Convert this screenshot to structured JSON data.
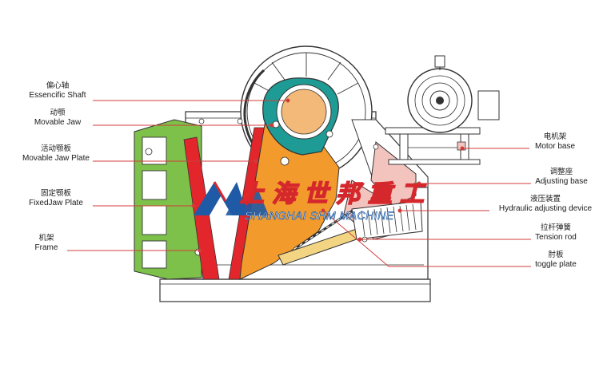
{
  "labels": {
    "eccentric_shaft": {
      "cn": "偏心轴",
      "en": "Essencific Shaft"
    },
    "movable_jaw": {
      "cn": "动颚",
      "en": "Movable Jaw"
    },
    "movable_jaw_plate": {
      "cn": "活动颚板",
      "en": "Movable Jaw Plate"
    },
    "fixed_jaw_plate": {
      "cn": "固定颚板",
      "en": "FixedJaw Plate"
    },
    "frame": {
      "cn": "机架",
      "en": "Frame"
    },
    "motor_base": {
      "cn": "电机架",
      "en": "Motor base"
    },
    "adjusting_base": {
      "cn": "调整座",
      "en": "Adjusting base"
    },
    "hydraulic_device": {
      "cn": "液压装置",
      "en": "Hydraulic adjusting device"
    },
    "tension_rod": {
      "cn": "拉杆弹簧",
      "en": "Tension rod"
    },
    "toggle_plate": {
      "cn": "肘板",
      "en": "toggle plate"
    }
  },
  "watermark": {
    "cn": "上海世邦重工",
    "en": "SHANGHAI SHM MACHINE"
  },
  "colors": {
    "leader": "#d33b3b",
    "frame_green": "#7dc14a",
    "jaw_red": "#e3262b",
    "jaw_orange": "#f39a2c",
    "shaft_teal": "#1e9b94",
    "shaft_core": "#f2b978",
    "toggle_yellow": "#f2d483",
    "plate_pink": "#f3c3be",
    "logo_blue": "#1f5aa6",
    "logo_red": "#d5282d",
    "line": "#333333"
  }
}
